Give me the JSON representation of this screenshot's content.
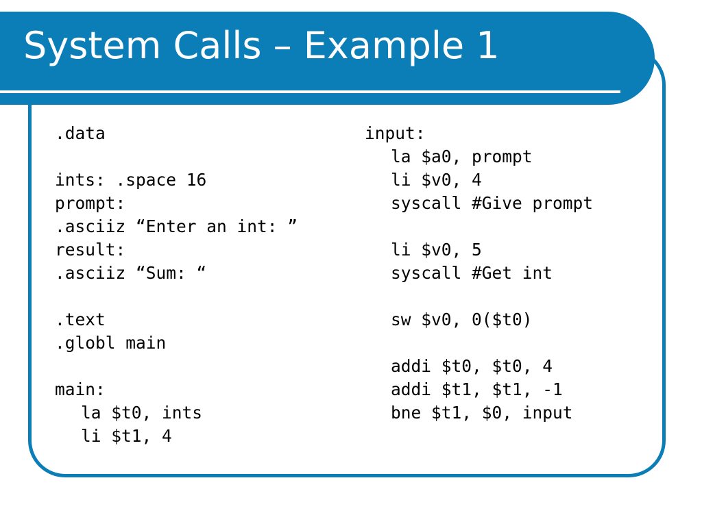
{
  "slide": {
    "title": "System Calls – Example 1"
  },
  "colors": {
    "accent": "#0b7db7",
    "title_text": "#ffffff",
    "body_text": "#000000"
  },
  "code": {
    "left": [
      ".data",
      "",
      "ints: .space 16",
      "prompt:",
      ".asciiz “Enter an int: ”",
      "result:",
      ".asciiz “Sum: “",
      "",
      ".text",
      ".globl main",
      "",
      "main:",
      "la $t0, ints",
      "li $t1, 4"
    ],
    "right": [
      "input:",
      "la $a0, prompt",
      "li $v0, 4",
      "syscall #Give prompt",
      "",
      "li $v0, 5",
      "syscall #Get int",
      "",
      "sw $v0, 0($t0)",
      "",
      "addi $t0, $t0, 4",
      "addi $t1, $t1, -1",
      "bne $t1, $0, input"
    ]
  }
}
